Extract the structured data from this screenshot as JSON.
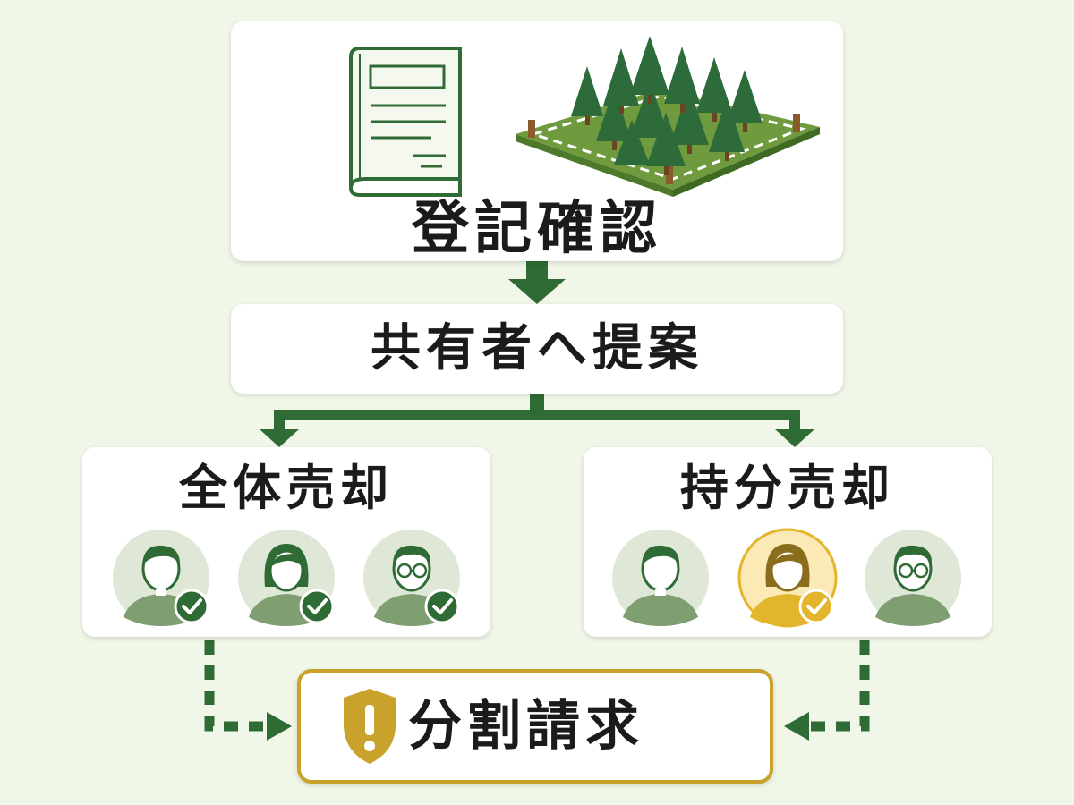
{
  "steps": {
    "registry_check": "登記確認",
    "propose_to_co_owners": "共有者へ提案",
    "full_sale": "全体売却",
    "share_sale": "持分売却",
    "partition_request": "分割請求"
  },
  "full_sale_owners": [
    {
      "icon": "man-avatar-icon",
      "checked": true
    },
    {
      "icon": "woman-avatar-icon",
      "checked": true
    },
    {
      "icon": "man-glasses-avatar-icon",
      "checked": true
    }
  ],
  "share_sale_owners": [
    {
      "icon": "man-avatar-icon",
      "checked": false
    },
    {
      "icon": "woman-avatar-icon",
      "checked": true,
      "highlighted": true
    },
    {
      "icon": "man-glasses-avatar-icon",
      "checked": false
    }
  ],
  "colors": {
    "background": "#f1f7e8",
    "arrow_green": "#2f6b34",
    "avatar_green": "#7f9f72",
    "avatar_bg": "#dfe8d6",
    "highlight_gold": "#e3b52c",
    "warning_gold": "#c9a22c"
  }
}
